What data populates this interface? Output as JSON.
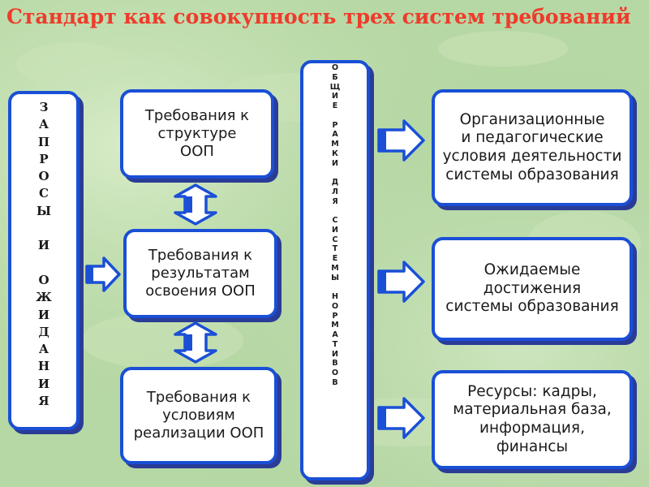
{
  "title": "Стандарт как совокупность трех систем требований",
  "left_label": "ЗАПРОСЫ И ОЖИДАНИЯ",
  "center_label": "ОБЩИЕ РАМКИ ДЛЯ СИСТЕМЫ НОРМАТИВОВ",
  "requirements": [
    "Требования к\nструктуре\nООП",
    "Требования к\nрезультатам\nосвоения ООП",
    "Требования к\nусловиям\nреализации ООП"
  ],
  "outcomes": [
    "Организационные\nи педагогические\nусловия деятельности\nсистемы образования",
    "Ожидаемые\nдостижения\nсистемы образования",
    "Ресурсы: кадры,\nматериальная база,\nинформация,\nфинансы"
  ],
  "colors": {
    "box_border": "#1a4fd6",
    "box_shadow": "#2a3c96",
    "title": "#ee3b2b",
    "background": "#b9d9a8"
  }
}
